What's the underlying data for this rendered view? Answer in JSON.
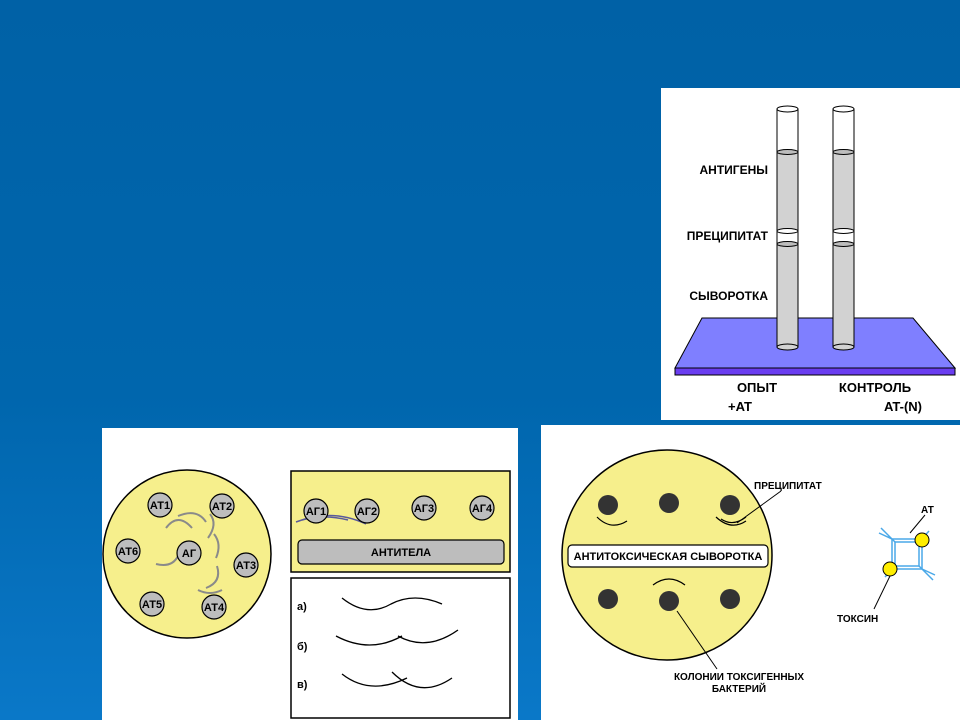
{
  "colors": {
    "background": "#0066ad",
    "disc_yellow": "#f6ef8c",
    "well_gray": "#bdbdbd",
    "plate_blue": "#7f7fff",
    "plate_edge": "#6a3df0",
    "antibody_blue": "#4aa8e8",
    "toxin_yellow": "#ffee00"
  },
  "tubes": {
    "labels": {
      "antigens": "АНТИГЕНЫ",
      "precipitate": "ПРЕЦИПИТАТ",
      "serum": "СЫВОРОТКА"
    },
    "experiment": {
      "label": "ОПЫТ",
      "sub": "+AT"
    },
    "control": {
      "label": "КОНТРОЛЬ",
      "sub": "AT-(N)"
    }
  },
  "diffusion": {
    "wells": [
      "АТ1",
      "АТ2",
      "АТ6",
      "АГ",
      "АТ3",
      "АТ5",
      "АТ4"
    ],
    "antigen_wells": [
      "АГ1",
      "АГ2",
      "АГ3",
      "АГ4"
    ],
    "antibodies_label": "АНТИТЕЛА",
    "patterns": [
      "а)",
      "б)",
      "в)"
    ]
  },
  "toxin": {
    "serum_label": "АНТИТОКСИЧЕСКАЯ СЫВОРОТКА",
    "precipitate_label": "ПРЕЦИПИТАТ",
    "colonies_label_line1": "КОЛОНИИ ТОКСИГЕННЫХ",
    "colonies_label_line2": "БАКТЕРИЙ",
    "at_label": "АТ",
    "toxin_label": "ТОКСИН"
  }
}
